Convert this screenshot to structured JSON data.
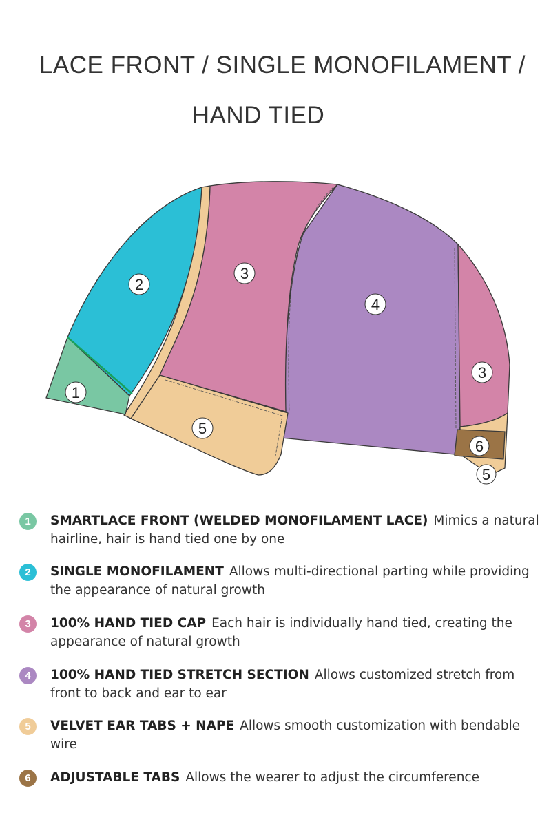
{
  "title": {
    "line1": "LACE FRONT / SINGLE MONOFILAMENT /",
    "line2": "HAND TIED"
  },
  "diagram_labels": [
    "1",
    "2",
    "3",
    "4",
    "3",
    "5",
    "6",
    "5"
  ],
  "legend": [
    {
      "num": "1",
      "color": "#79c7a3",
      "heading": "SMARTLACE FRONT (WELDED MONOFILAMENT LACE)",
      "desc": "Mimics a natural hairline, hair is hand tied one by one"
    },
    {
      "num": "2",
      "color": "#2bbfd6",
      "heading": "SINGLE MONOFILAMENT",
      "desc": "Allows multi-directional parting while providing the appearance of natural growth"
    },
    {
      "num": "3",
      "color": "#d384a8",
      "heading": "100% HAND TIED CAP",
      "desc": "Each hair is individually hand tied, creating the appearance of natural growth"
    },
    {
      "num": "4",
      "color": "#ab88c2",
      "heading": "100% HAND TIED STRETCH SECTION",
      "desc": "Allows customized stretch from front to back and ear to ear"
    },
    {
      "num": "5",
      "color": "#f0cc98",
      "heading": "VELVET EAR TABS + NAPE",
      "desc": "Allows smooth customization with bendable wire"
    },
    {
      "num": "6",
      "color": "#9b7446",
      "heading": "ADJUSTABLE TABS",
      "desc": "Allows the wearer to adjust the circumference"
    }
  ]
}
